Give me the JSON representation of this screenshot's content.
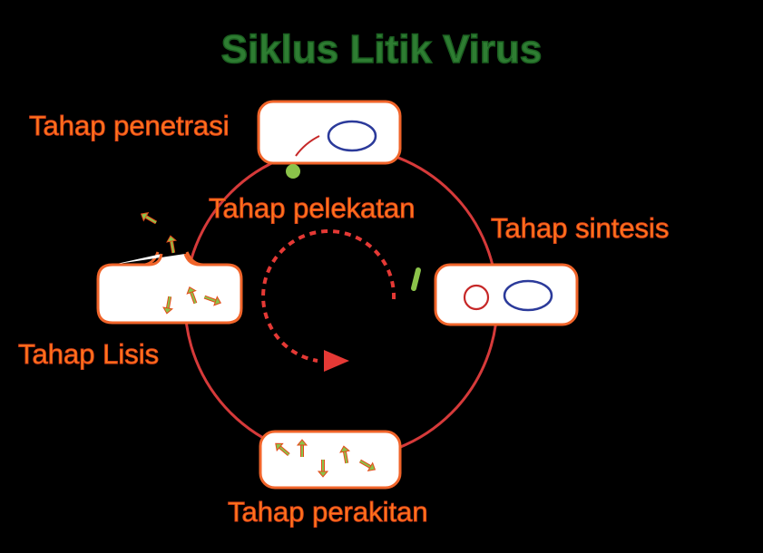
{
  "title": "Siklus Litik Virus",
  "stages": {
    "penetrasi": "Tahap penetrasi",
    "pelekatan": "Tahap pelekatan",
    "sintesis": "Tahap sintesis",
    "lisis": "Tahap Lisis",
    "perakitan": "Tahap perakitan"
  },
  "colors": {
    "title": "#2e7d32",
    "label": "#ff7a1a",
    "cycle": "#d63a3a",
    "cell_fill": "#ffffff",
    "cell_stroke": "#f0642a",
    "dna_blue": "#2b3a9a",
    "dna_red": "#c62828",
    "phage": "#8bc34a",
    "phage_stroke": "#e64a19",
    "arrow": "#e53935"
  }
}
